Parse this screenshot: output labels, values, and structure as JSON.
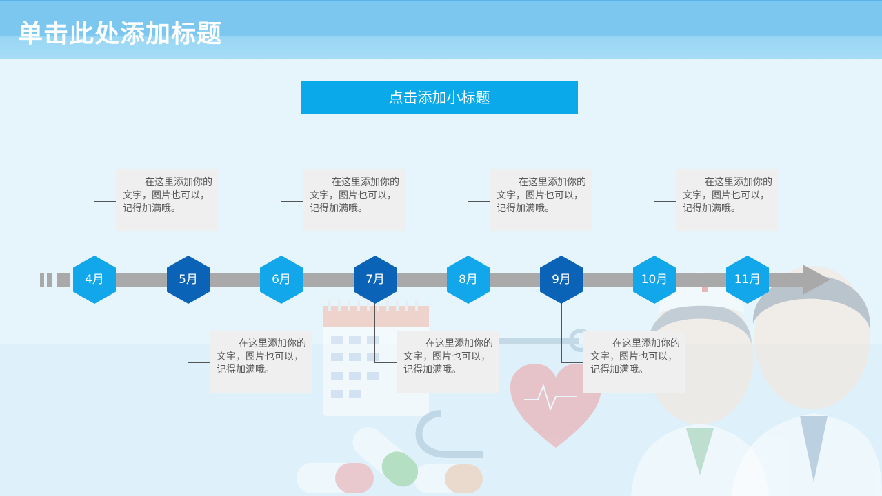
{
  "header": {
    "title": "单击此处添加标题"
  },
  "subtitle": "点击添加小标题",
  "timeline": {
    "months": [
      "4月",
      "5月",
      "6月",
      "7月",
      "8月",
      "9月",
      "10月",
      "11月"
    ],
    "card_text": "在这里添加你的文字，图片也可以，记得加满哦。"
  },
  "colors": {
    "header": "#7cc7ef",
    "subtitle_box": "#0aa9ea",
    "hex_light": "#12a6ea",
    "hex_dark": "#0b63b7",
    "bar": "#a9a9a9"
  }
}
